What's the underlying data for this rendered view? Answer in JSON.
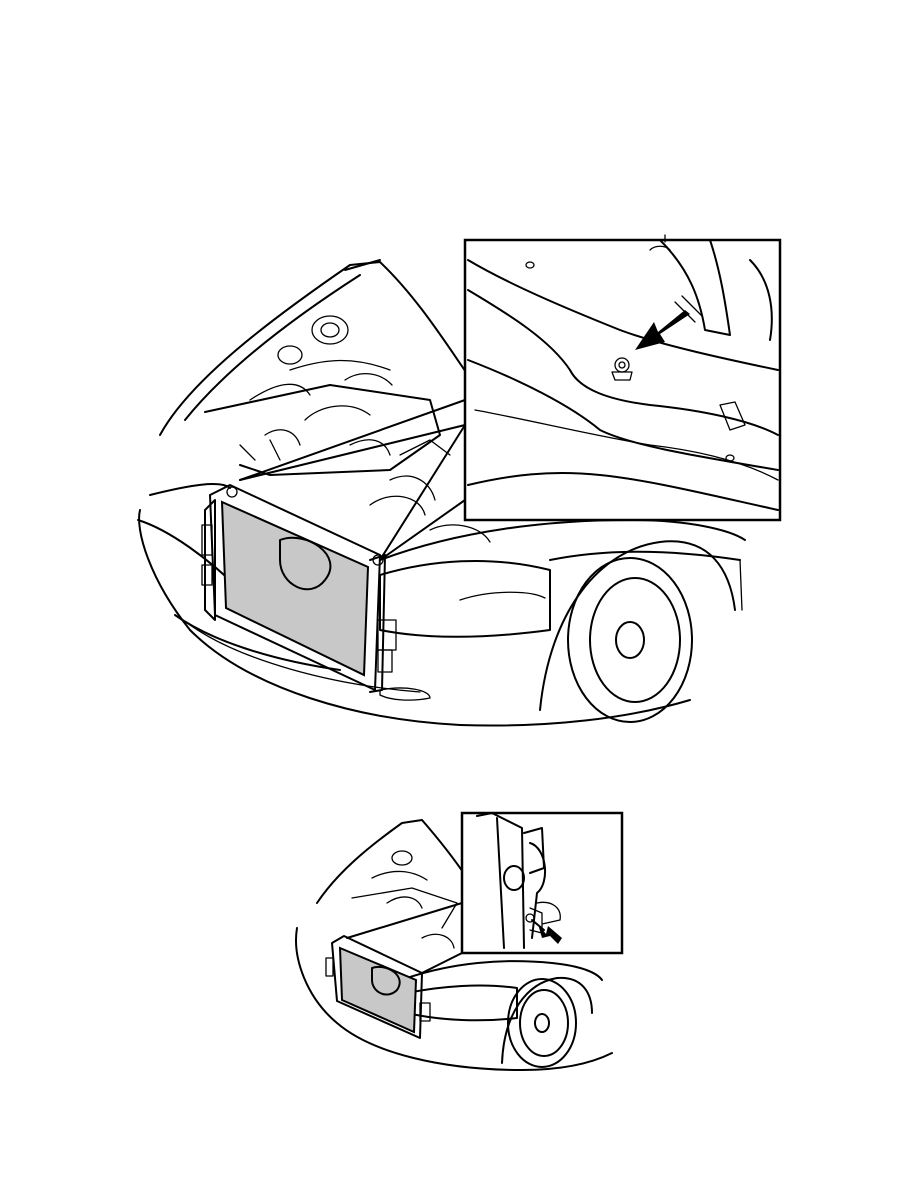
{
  "figures": [
    {
      "name": "radiator-removal-overview",
      "inset": "upper-bracket-detail"
    },
    {
      "name": "radiator-removal-overview-small",
      "inset": "lower-bolt-detail"
    }
  ],
  "colors": {
    "line": "#000000",
    "radiator_fill": "#c8c8c8",
    "background": "#ffffff"
  },
  "icons": [
    "arrow-pointer-icon",
    "bolt-icon"
  ]
}
